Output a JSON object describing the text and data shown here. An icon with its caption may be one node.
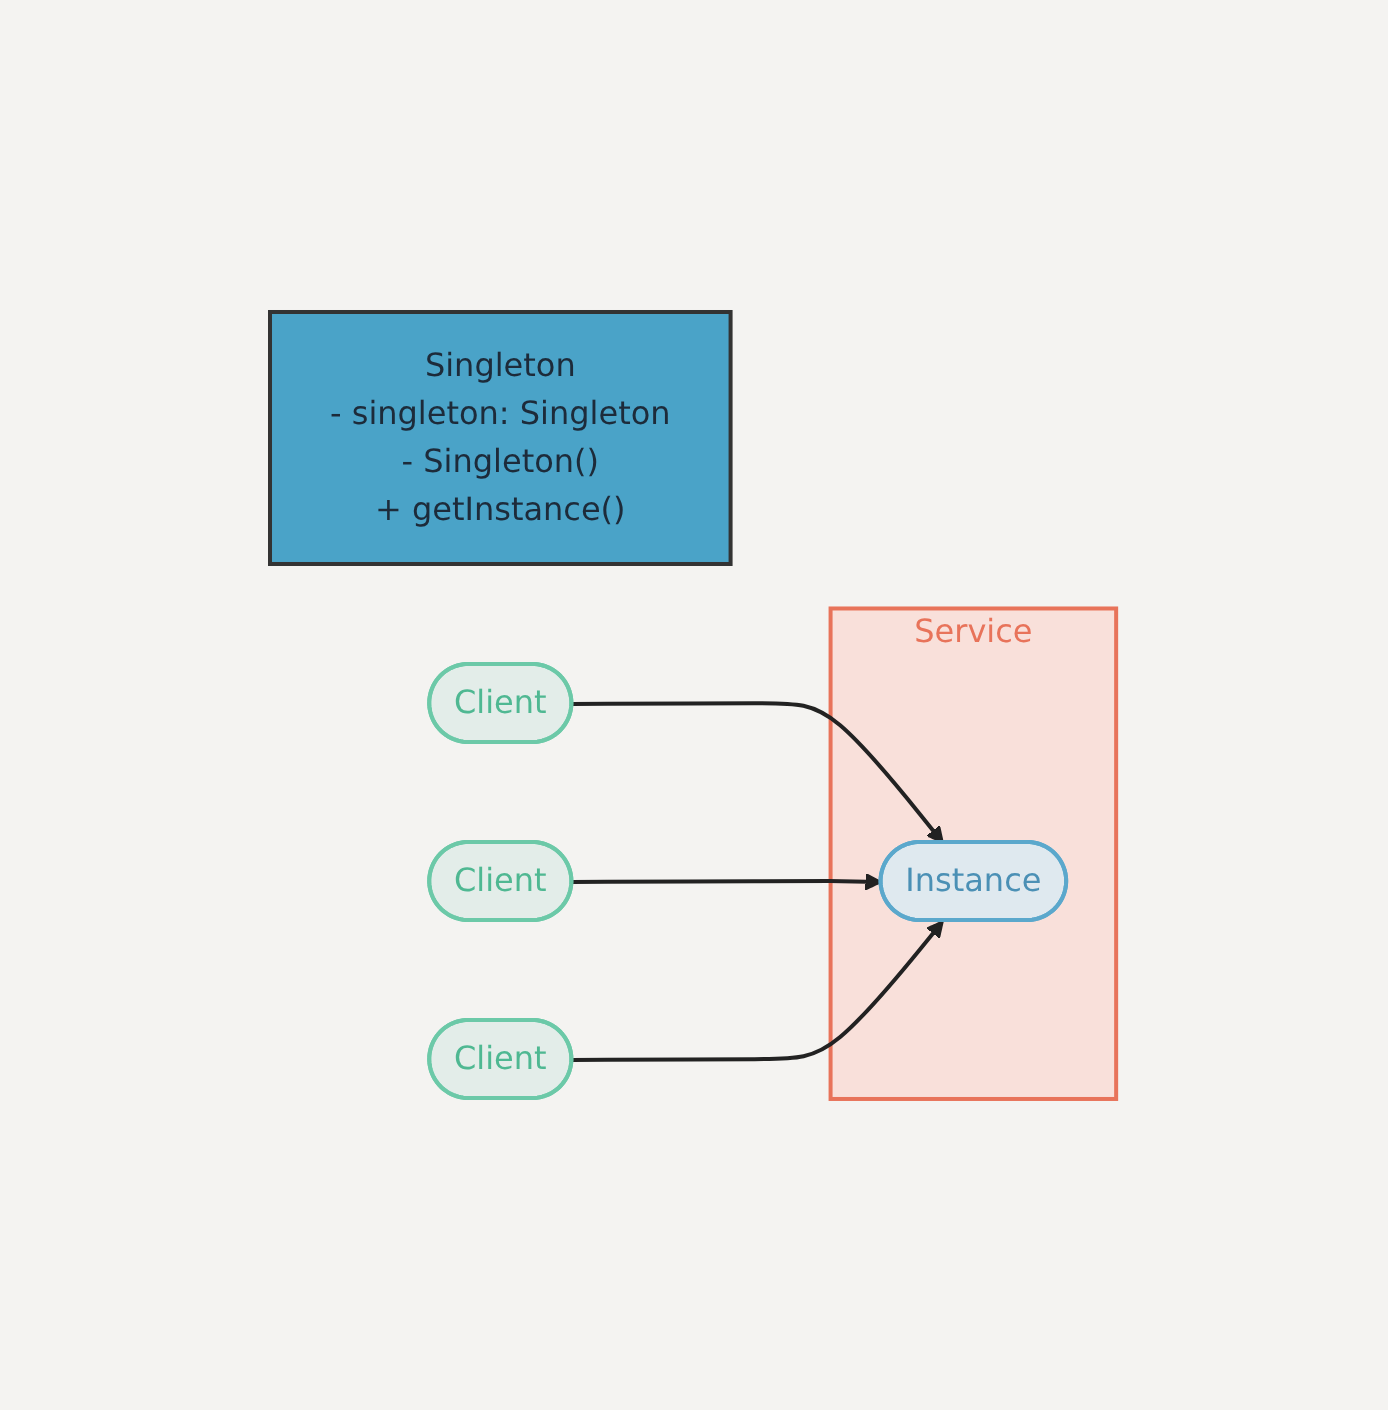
{
  "diagram": {
    "nodes": [
      {
        "text": [
          "Singleton",
          "- singleton: Singleton",
          "- Singleton()",
          "+ getInstance()"
        ]
      },
      {
        "text": [
          "Client"
        ]
      },
      {
        "text": [
          "Client"
        ]
      },
      {
        "text": [
          "Client"
        ]
      },
      {
        "text": [
          "Service"
        ]
      },
      {
        "text": [
          "Instance"
        ],
        "in": 4
      }
    ],
    "edges": [
      {
        "from": 1,
        "to": 5,
        "arrow": "to"
      },
      {
        "from": 2,
        "to": 5,
        "arrow": "to"
      },
      {
        "from": 3,
        "to": 5,
        "arrow": "to"
      }
    ]
  }
}
